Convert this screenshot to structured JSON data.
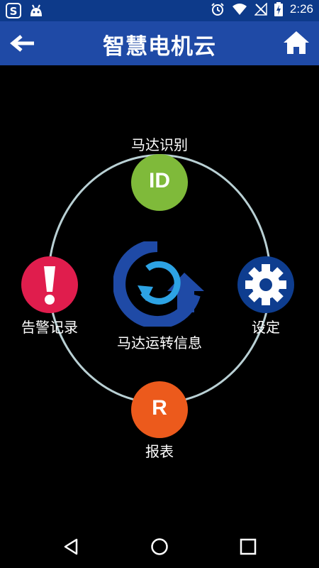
{
  "status": {
    "time": "2:26"
  },
  "header": {
    "title": "智慧电机云"
  },
  "menu": {
    "top_label": "马达识别",
    "top_badge": "ID",
    "left_label": "告警记录",
    "right_label": "设定",
    "bottom_label": "报表",
    "bottom_badge": "R",
    "center_label": "马达运转信息"
  },
  "colors": {
    "appbar": "#1f4aa6",
    "statusbar": "#0d3a8a",
    "id_node": "#7fba3a",
    "alarm_node": "#e01d4d",
    "settings_node": "#0e3d8f",
    "report_node": "#ec5a1c",
    "ring": "#b9d0d4"
  },
  "icons": [
    "back-arrow-icon",
    "home-icon",
    "gear-icon",
    "exclamation-icon",
    "refresh-cycle-icon"
  ]
}
